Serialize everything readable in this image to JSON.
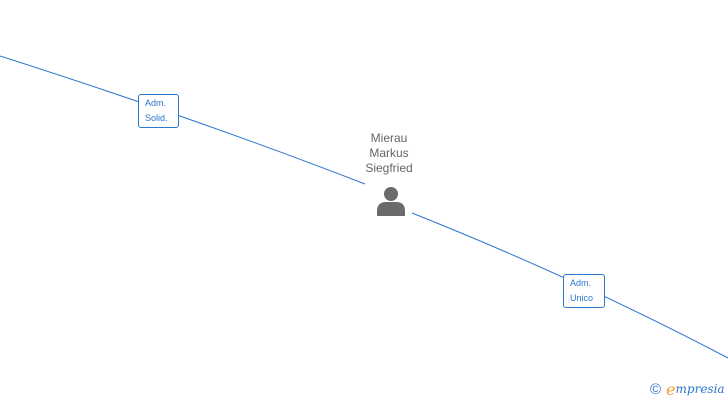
{
  "person": {
    "name_lines": [
      "Mierau",
      "Markus",
      "Siegfried"
    ],
    "icon": "person-icon"
  },
  "roles": [
    {
      "lines": [
        "Adm.",
        "Solid."
      ]
    },
    {
      "lines": [
        "Adm.",
        "Unico"
      ]
    }
  ],
  "brand": {
    "copyright_symbol": "©",
    "logo_initial": "e",
    "logo_rest": "mpresia"
  },
  "colors": {
    "edge": "#2b75cf",
    "text": "#666666",
    "icon": "#6b6b6b",
    "logo_accent": "#f0a020"
  }
}
